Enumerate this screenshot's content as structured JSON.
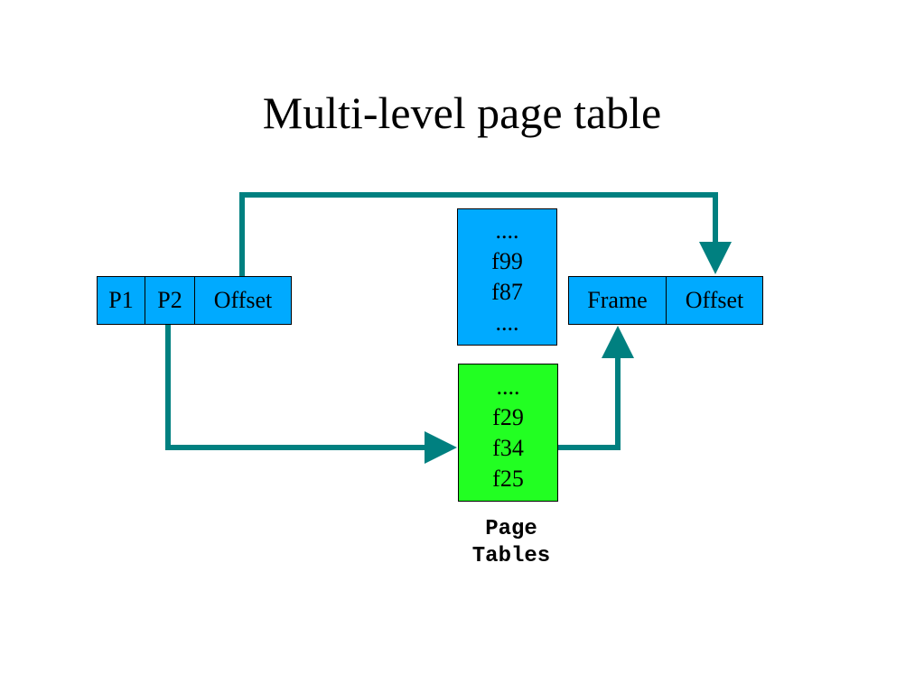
{
  "title": "Multi-level page table",
  "virtual_address": {
    "p1": "P1",
    "p2": "P2",
    "offset": "Offset"
  },
  "outer_table": {
    "entries": [
      "....",
      "f99",
      "f87",
      "...."
    ]
  },
  "inner_table": {
    "entries": [
      "....",
      "f29",
      "f34",
      "f25"
    ]
  },
  "page_tables_label": [
    "Page",
    "Tables"
  ],
  "physical_address": {
    "frame": "Frame",
    "offset": "Offset"
  },
  "colors": {
    "arrow": "#008080",
    "address_box": "#00aaff",
    "inner_table": "#22ff22"
  }
}
